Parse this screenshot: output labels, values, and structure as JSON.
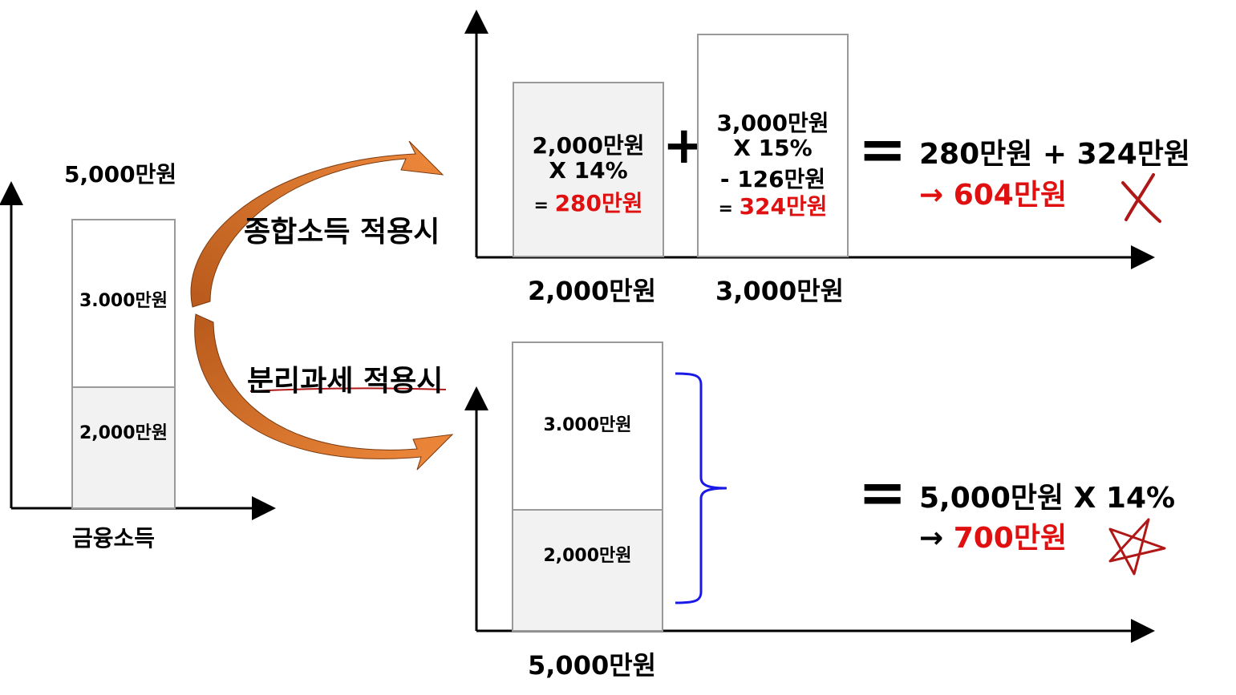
{
  "left": {
    "top_total": "5,000만원",
    "upper_segment": "3.000만원",
    "lower_segment": "2,000만원",
    "axis_label": "금융소득"
  },
  "labels": {
    "comprehensive": "종합소득 적용시",
    "separate": "분리과세 적용시"
  },
  "top": {
    "box1": {
      "line1": "2,000만원",
      "line2": "X 14%",
      "line3_prefix": "= ",
      "line3_value": "280만원"
    },
    "plus": "+",
    "box2": {
      "line1": "3,000만원",
      "line2": "X 15%",
      "line3": "- 126만원",
      "line4_prefix": "= ",
      "line4_value": "324만원"
    },
    "axis_label1": "2,000만원",
    "axis_label2": "3,000만원",
    "equals": "=",
    "result_line1": "280만원 + 324만원",
    "result_arrow": "→ ",
    "result_value": "604만원",
    "mark": "x-mark-icon"
  },
  "bottom": {
    "upper_segment": "3.000만원",
    "lower_segment": "2,000만원",
    "axis_label": "5,000만원",
    "equals": "=",
    "result_line1": "5,000만원 X 14%",
    "result_arrow": "→ ",
    "result_value": "700만원",
    "mark": "star-mark-icon"
  },
  "colors": {
    "arrow": "#e07a30",
    "arrow_dark": "#b85a1c",
    "brace": "#1a1ae6",
    "highlight": "#e01010",
    "mark": "#b01818",
    "underline": "#b01818"
  }
}
